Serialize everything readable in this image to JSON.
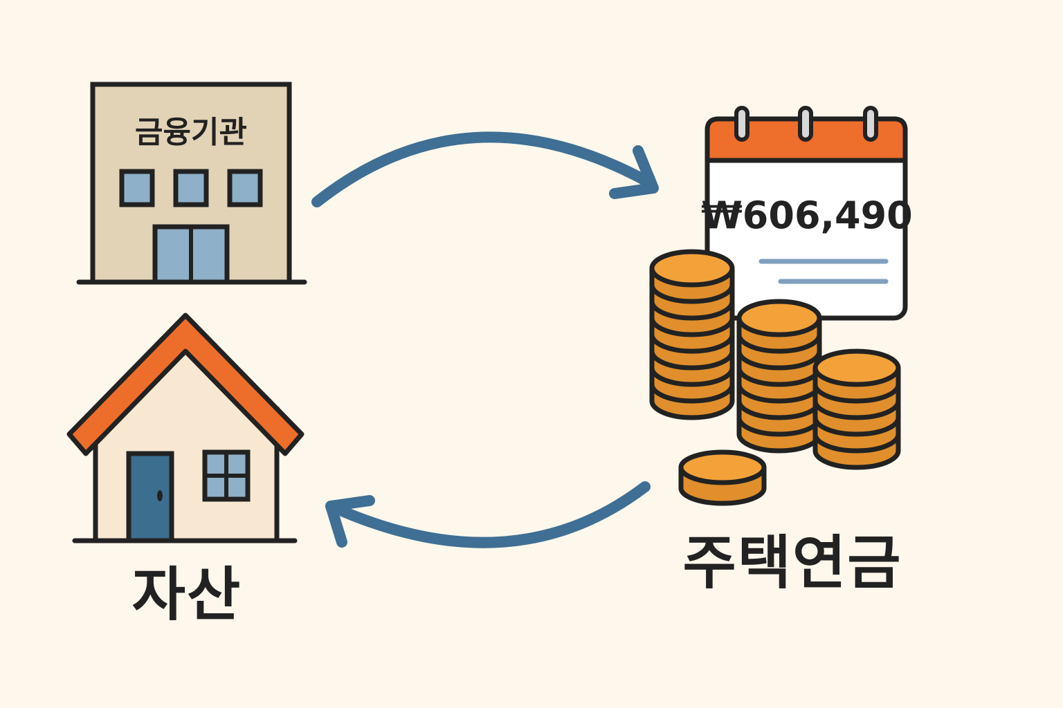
{
  "diagram": {
    "bank": {
      "label": "금융기관",
      "icon": "bank-building-icon"
    },
    "house": {
      "label": "자산",
      "icon": "house-icon"
    },
    "pension": {
      "label": "주택연금",
      "amount": "₩606,490",
      "icons": [
        "calendar-icon",
        "coin-stack-icon"
      ]
    },
    "arrows": [
      "arrow-top-icon",
      "arrow-bottom-icon"
    ]
  },
  "colors": {
    "background": "#fdf7ec",
    "outline": "#222222",
    "building": "#e3d3b6",
    "window": "#8eb0c8",
    "roof": "#ed6d2a",
    "house_wall": "#f8e8d2",
    "door": "#3c6e90",
    "arrow": "#3f6f94",
    "coin": "#e08f2c",
    "coin_top": "#f3a23a",
    "calendar_header": "#ee6e2c",
    "calendar_lines": "#7f9fbe"
  }
}
